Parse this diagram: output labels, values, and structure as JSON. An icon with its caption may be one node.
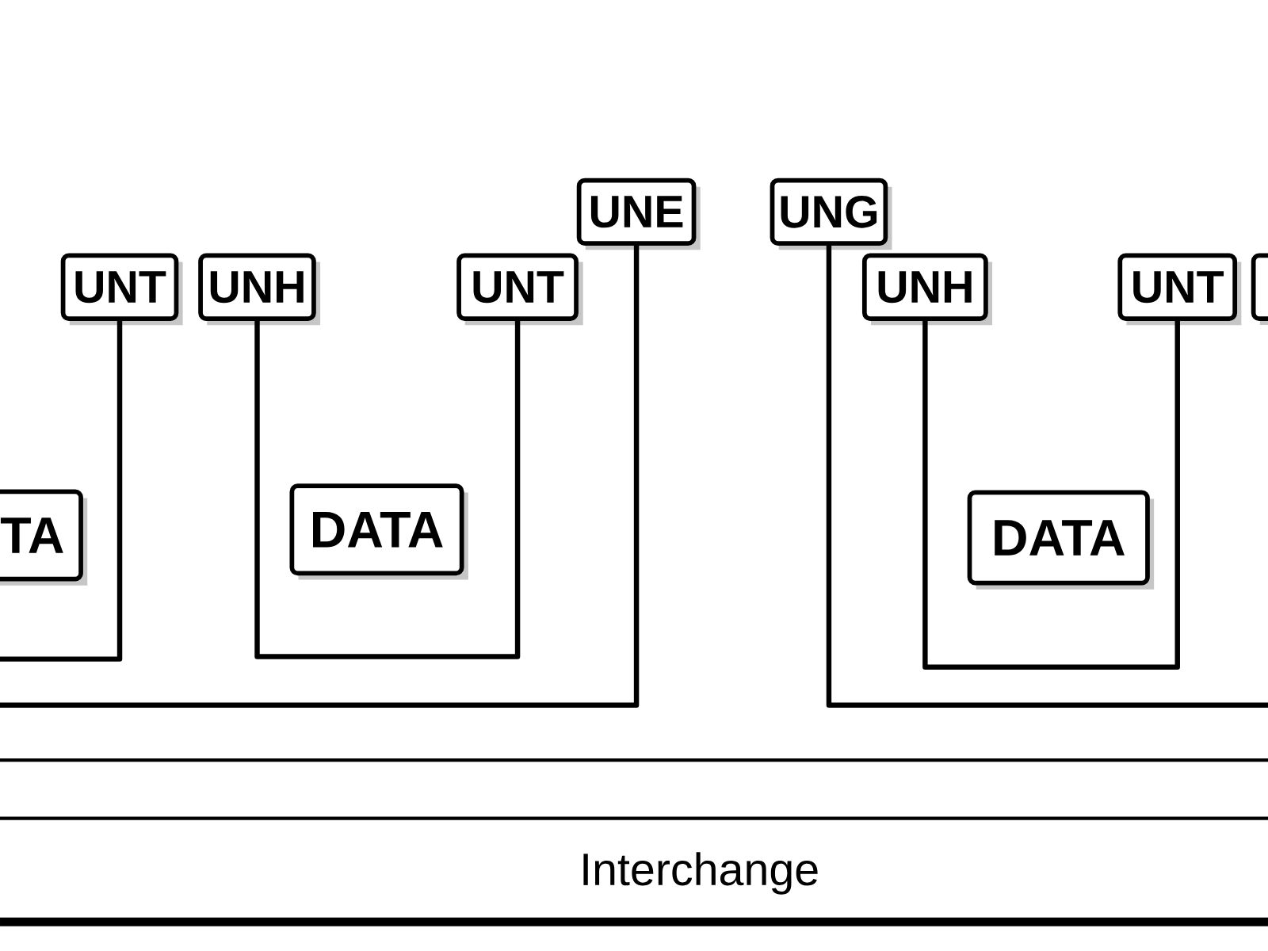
{
  "diagram": {
    "nodes": [
      {
        "text": [
          "TA"
        ]
      },
      {
        "text": [
          "UNT"
        ]
      },
      {
        "text": [
          "UNH"
        ]
      },
      {
        "text": [
          "DATA"
        ]
      },
      {
        "text": [
          "UNT"
        ]
      },
      {
        "text": [
          "UNE"
        ]
      },
      {
        "text": [
          "UNG"
        ]
      },
      {
        "text": [
          "UNH"
        ]
      },
      {
        "text": [
          "DATA"
        ]
      },
      {
        "text": [
          "UNT"
        ]
      },
      {
        "text": [],
        "shape": "box"
      }
    ],
    "edges": [
      {
        "from": null,
        "to": 1,
        "arrow": "none"
      },
      {
        "from": 2,
        "to": 4,
        "arrow": "none"
      },
      {
        "from": null,
        "to": 5,
        "arrow": "none"
      },
      {
        "from": 6,
        "to": null,
        "arrow": "none"
      },
      {
        "from": 7,
        "to": 9,
        "arrow": "none"
      }
    ],
    "labels": [
      "Interchange"
    ]
  }
}
